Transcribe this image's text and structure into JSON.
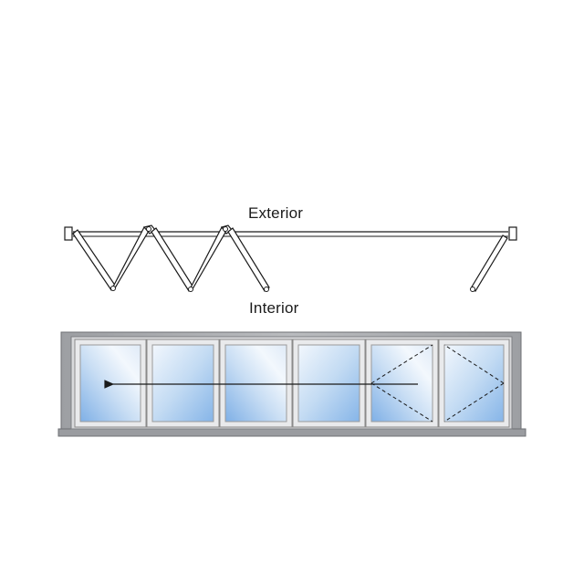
{
  "labels": {
    "exterior": "Exterior",
    "interior": "Interior"
  },
  "colors": {
    "frame_outer": "#a9abae",
    "frame_dark": "#7e8084",
    "panel_frame": "#e6e6e6",
    "panel_stroke": "#8a8a8a",
    "glass_light": "#eef5fc",
    "glass_mid": "#b9d6f2",
    "glass_dark": "#7fb0e6",
    "line": "#1a1a1a"
  },
  "diagram": {
    "panel_count": 6,
    "swing_panels": 2,
    "direction": "fold-left"
  }
}
